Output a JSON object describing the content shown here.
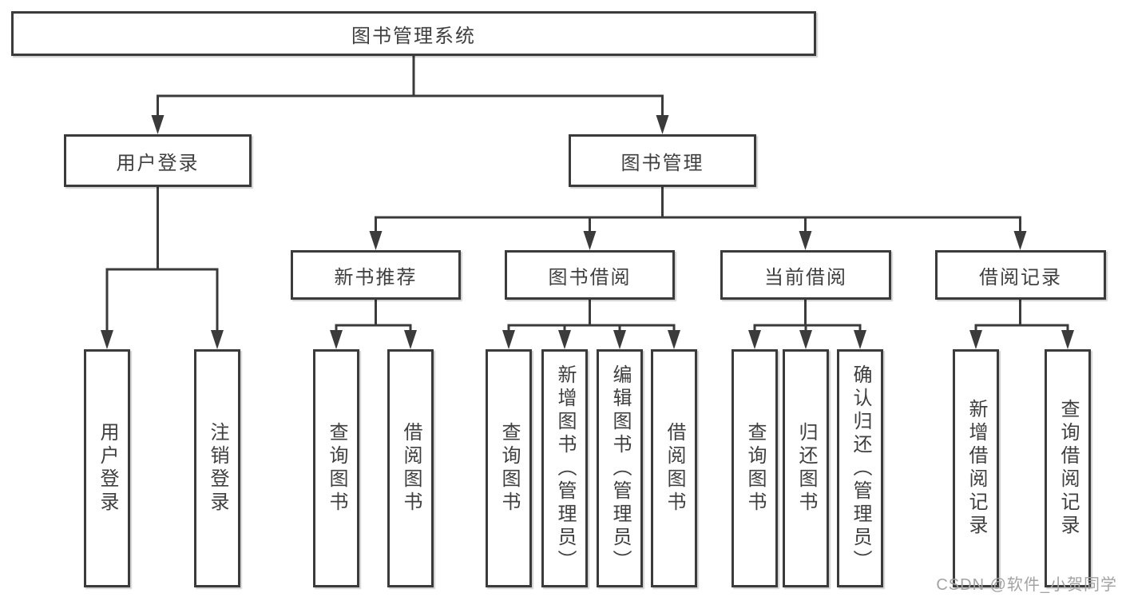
{
  "tree": {
    "label": "图书管理系统",
    "children": [
      {
        "label": "用户登录",
        "children": [
          {
            "label": "用户登录"
          },
          {
            "label": "注销登录"
          }
        ]
      },
      {
        "label": "图书管理",
        "children": [
          {
            "label": "新书推荐",
            "children": [
              {
                "label": "查询图书"
              },
              {
                "label": "借阅图书"
              }
            ]
          },
          {
            "label": "图书借阅",
            "children": [
              {
                "label": "查询图书"
              },
              {
                "label": "新增图书（管理员）"
              },
              {
                "label": "编辑图书（管理员）"
              },
              {
                "label": "借阅图书"
              }
            ]
          },
          {
            "label": "当前借阅",
            "children": [
              {
                "label": "查询图书"
              },
              {
                "label": "归还图书"
              },
              {
                "label": "确认归还（管理员）"
              }
            ]
          },
          {
            "label": "借阅记录",
            "children": [
              {
                "label": "新增借阅记录"
              },
              {
                "label": "查询借阅记录"
              }
            ]
          }
        ]
      }
    ]
  },
  "watermark": "CSDN @软件_小贺同学",
  "colors": {
    "line": "#3b3b3b",
    "text": "#3f3f3f",
    "background": "#ffffff",
    "watermark": "#a3a3a3"
  }
}
